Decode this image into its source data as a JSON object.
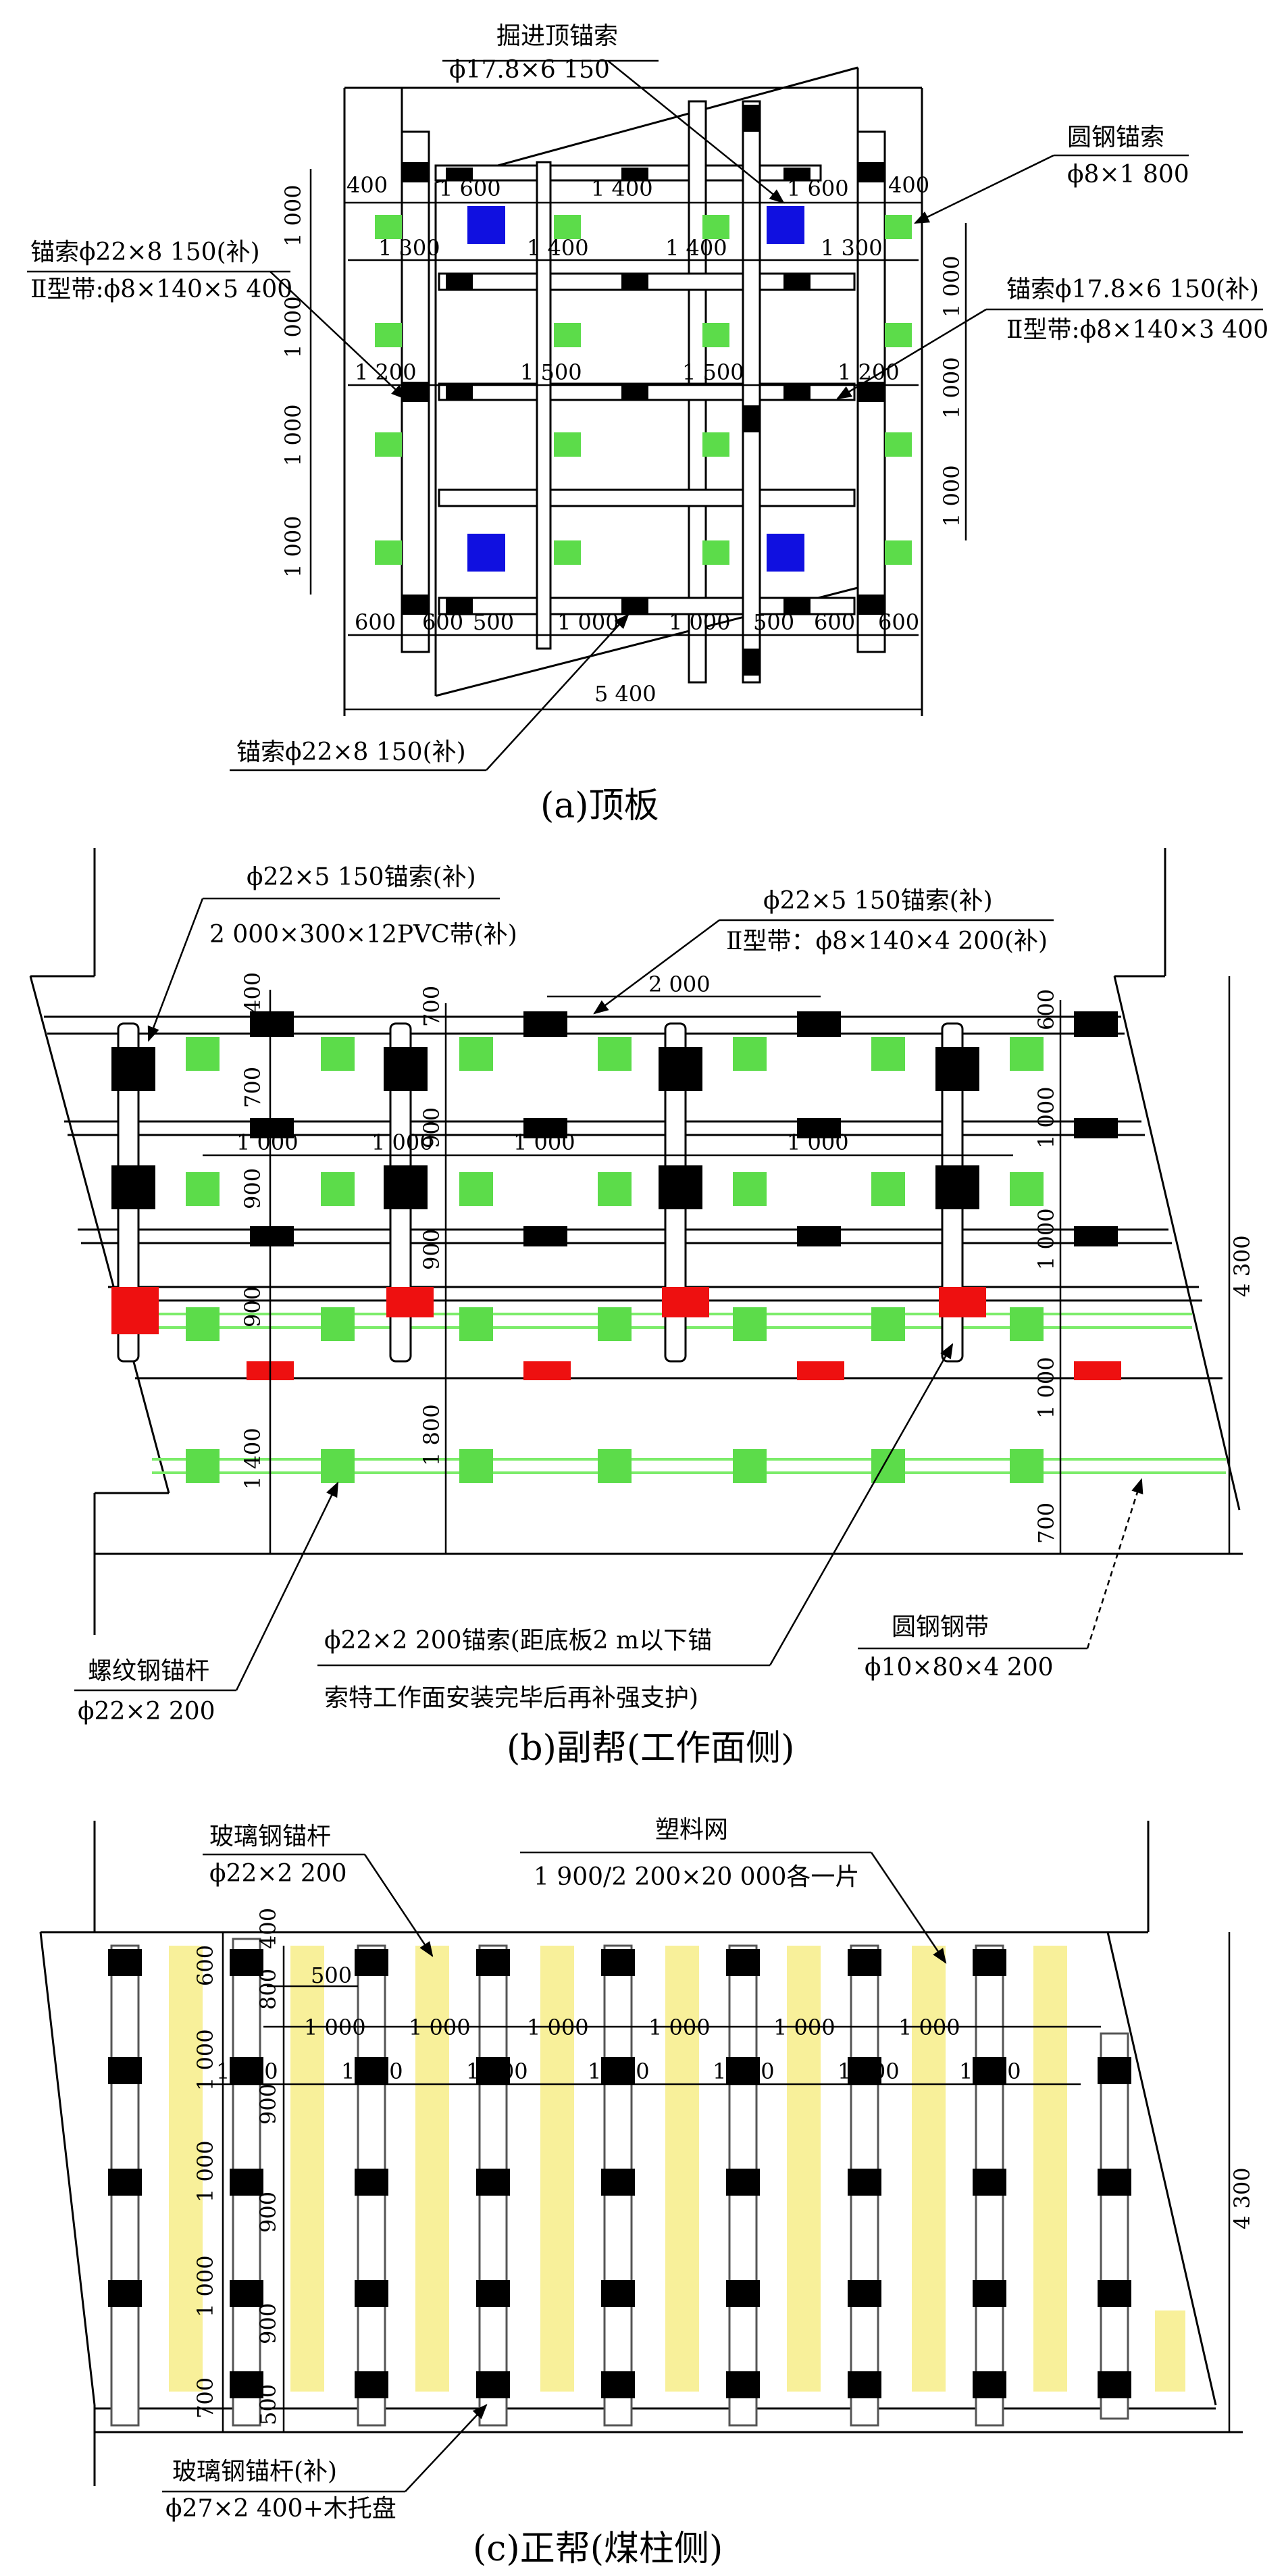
{
  "colors": {
    "green": "#5cdc4a",
    "blue": "#1010e0",
    "black": "#000000",
    "red": "#ee1010",
    "yellow": "#f8f09a",
    "fiber_lines": "#7cec6a"
  },
  "panel_a": {
    "caption": "(a)顶板",
    "labels": {
      "top_center_1": "掘进顶锚索",
      "top_center_2": "ϕ17.8×6 150",
      "top_right_1": "圆钢锚索",
      "top_right_2": "ϕ8×1 800",
      "left_1": "锚索ϕ22×8 150(补)",
      "left_2": "Ⅱ型带:ϕ8×140×5 400",
      "right_1": "锚索ϕ17.8×6 150(补)",
      "right_2": "Ⅱ型带:ϕ8×140×3 400",
      "bottom": "锚索ϕ22×8 150(补)"
    },
    "dims": {
      "r1": [
        "400",
        "1 600",
        "1 400",
        "1 600",
        "400"
      ],
      "r2": [
        "1 300",
        "1 400",
        "1 400",
        "1 300"
      ],
      "r3": [
        "1 200",
        "1 500",
        "1 500",
        "1 200"
      ],
      "bottom": [
        "600",
        "600",
        "500",
        "1 000",
        "1 000",
        "500",
        "600",
        "600"
      ],
      "total": "5 400",
      "left_v": [
        "1 000",
        "1 000",
        "1 000",
        "1 000"
      ],
      "right_v": [
        "1 000",
        "1 000",
        "1 000"
      ]
    }
  },
  "panel_b": {
    "caption": "(b)副帮(工作面侧)",
    "labels": {
      "l1": "ϕ22×5 150锚索(补)",
      "l2": "2 000×300×12PVC带(补)",
      "r1": "ϕ22×5 150锚索(补)",
      "r2": "Ⅱ型带：ϕ8×140×4 200(补)",
      "bl1": "螺纹钢锚杆",
      "bl2": "ϕ22×2 200",
      "bm1": "ϕ22×2 200锚索(距底板2 m以下锚",
      "bm2": "索特工作面安装完毕后再补强支护)",
      "br1": "圆钢钢带",
      "br2": "ϕ10×80×4 200"
    },
    "dims": {
      "top": "2 000",
      "mid": [
        "1 000",
        "1 000",
        "1 000",
        "1 000"
      ],
      "left_v": [
        "400",
        "700",
        "900",
        "900",
        "1 400"
      ],
      "mid_v": [
        "700",
        "900",
        "900",
        "1 800"
      ],
      "right_v": [
        "600",
        "1 000",
        "1 000",
        "1 000",
        "700"
      ],
      "total": "4 300"
    }
  },
  "panel_c": {
    "caption": "(c)正帮(煤柱侧)",
    "labels": {
      "l1": "玻璃钢锚杆",
      "l2": "ϕ22×2 200",
      "r1": "塑料网",
      "r2": "1 900/2 200×20 000各一片",
      "b1": "玻璃钢锚杆(补)",
      "b2": "ϕ27×2 400+木托盘"
    },
    "dims": {
      "small": "500",
      "row1": [
        "1 000",
        "1 000",
        "1 000",
        "1 000",
        "1 000",
        "1 000"
      ],
      "row2": [
        "1 000",
        "1 000",
        "1 000",
        "1 000",
        "1 000",
        "1 000",
        "1 000"
      ],
      "left_v": [
        "600",
        "1 000",
        "1 000",
        "1 000",
        "700"
      ],
      "mid_v": [
        "400",
        "800",
        "900",
        "900",
        "900",
        "500"
      ],
      "total": "4 300"
    }
  }
}
